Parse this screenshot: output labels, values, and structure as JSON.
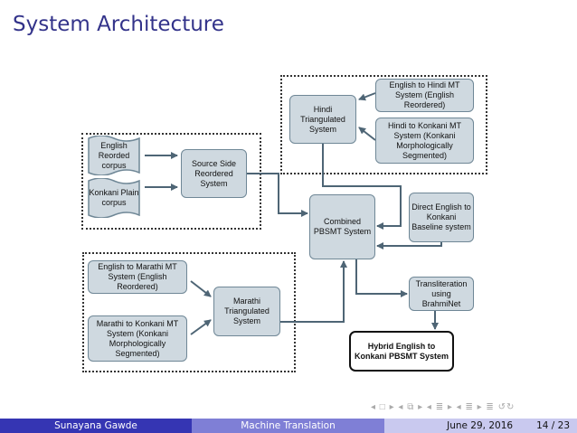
{
  "slide": {
    "title": "System Architecture"
  },
  "diagram": {
    "english_corpus": "English Reorded corpus",
    "konkani_corpus": "Konkani Plain corpus",
    "source_side": "Source Side Reordered System",
    "hindi_tri": "Hindi Triangulated System",
    "eng_hindi": "English to Hindi MT System (English Reordered)",
    "hindi_konkani": "Hindi to Konkani MT System (Konkani Morphologically Segmented)",
    "combined": "Combined PBSMT System",
    "direct": "Direct English to Konkani Baseline system",
    "eng_marathi": "English to Marathi MT System (English Reordered)",
    "marathi_konkani": "Marathi to Konkani MT System (Konkani Morphologically Segmented)",
    "marathi_tri": "Marathi Triangulated System",
    "translit": "Transliteration using BrahmiNet",
    "hybrid": "Hybrid English to Konkani PBSMT System"
  },
  "nav": {
    "symbols": "◂ □ ▸ ◂ ⧉ ▸ ◂ ≣ ▸ ◂ ≣ ▸   ≣   ↺↻"
  },
  "footer": {
    "author": "Sunayana Gawde",
    "talk": "Machine Translation",
    "date": "June 29, 2016",
    "page": "14 / 23"
  }
}
